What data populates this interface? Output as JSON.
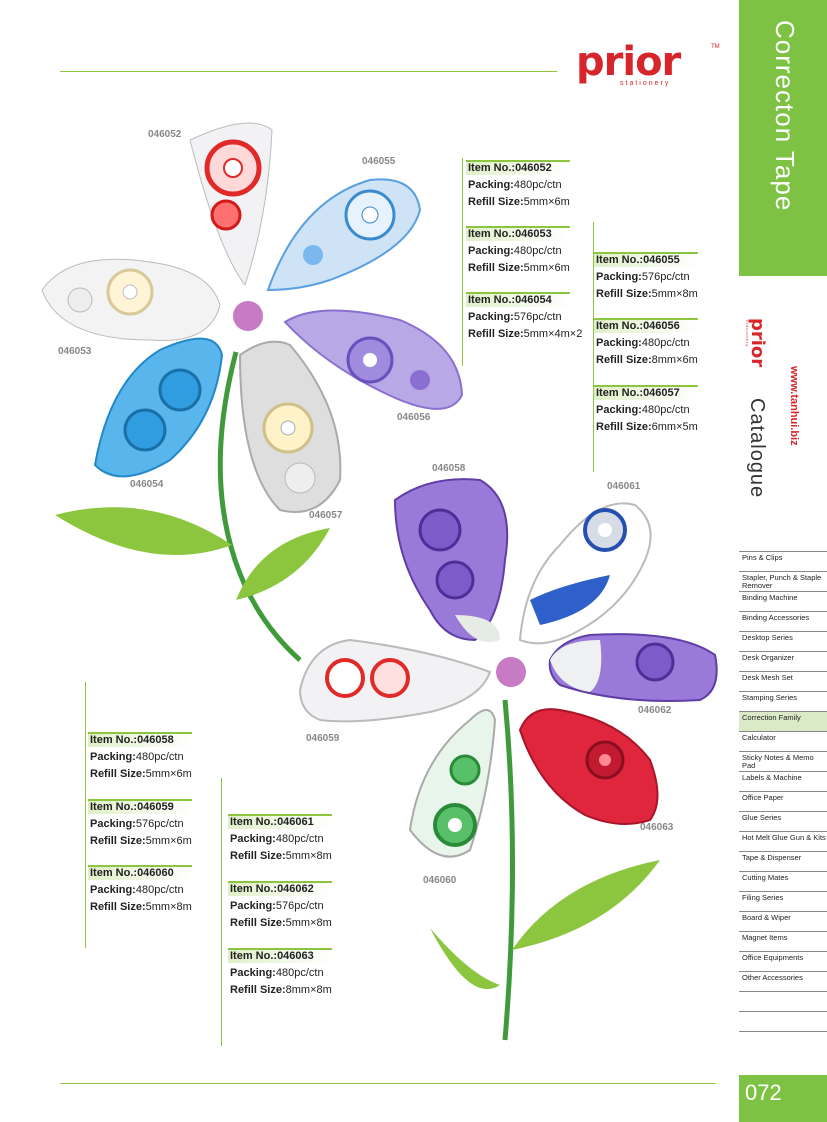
{
  "brand": {
    "name": "prior",
    "tagline": "stationery",
    "tm": "TM"
  },
  "band": {
    "title": "Correcton Tape"
  },
  "side": {
    "logo": "prior",
    "logo_sub": "stationery",
    "url": "www.tanhui.biz",
    "catalogue": "Catalogue"
  },
  "categories": [
    {
      "label": "Pins & Clips"
    },
    {
      "label": "Stapler, Punch & Staple Remover"
    },
    {
      "label": "Binding Machine"
    },
    {
      "label": "Binding Accessories"
    },
    {
      "label": "Desktop Series"
    },
    {
      "label": "Desk Organizer"
    },
    {
      "label": "Desk Mesh Set"
    },
    {
      "label": "Stamping Series"
    },
    {
      "label": "Correction Family"
    },
    {
      "label": "Calculator"
    },
    {
      "label": "Sticky Notes & Memo Pad"
    },
    {
      "label": "Labels & Machine"
    },
    {
      "label": "Office Paper"
    },
    {
      "label": "Glue Series"
    },
    {
      "label": "Hot Melt Glue Gun & Kits"
    },
    {
      "label": "Tape & Dispenser"
    },
    {
      "label": "Cutting Mates"
    },
    {
      "label": "Filing Series"
    },
    {
      "label": "Board & Wiper"
    },
    {
      "label": "Magnet Items"
    },
    {
      "label": "Office Equipments"
    },
    {
      "label": "Other Accessories"
    }
  ],
  "page_number": "072",
  "labels": {
    "item": "Item No.:",
    "packing": "Packing:",
    "refill": "Refill Size:"
  },
  "items": {
    "i046052": {
      "no": "046052",
      "packing": "480pc/ctn",
      "refill": "5mm×6m"
    },
    "i046053": {
      "no": "046053",
      "packing": "480pc/ctn",
      "refill": "5mm×6m"
    },
    "i046054": {
      "no": "046054",
      "packing": "576pc/ctn",
      "refill": "5mm×4m×2"
    },
    "i046055": {
      "no": "046055",
      "packing": "576pc/ctn",
      "refill": "5mm×8m"
    },
    "i046056": {
      "no": "046056",
      "packing": "480pc/ctn",
      "refill": "8mm×6m"
    },
    "i046057": {
      "no": "046057",
      "packing": "480pc/ctn",
      "refill": "6mm×5m"
    },
    "i046058": {
      "no": "046058",
      "packing": "480pc/ctn",
      "refill": "5mm×6m"
    },
    "i046059": {
      "no": "046059",
      "packing": "576pc/ctn",
      "refill": "5mm×6m"
    },
    "i046060": {
      "no": "046060",
      "packing": "480pc/ctn",
      "refill": "5mm×8m"
    },
    "i046061": {
      "no": "046061",
      "packing": "480pc/ctn",
      "refill": "5mm×8m"
    },
    "i046062": {
      "no": "046062",
      "packing": "576pc/ctn",
      "refill": "5mm×8m"
    },
    "i046063": {
      "no": "046063",
      "packing": "480pc/ctn",
      "refill": "8mm×8m"
    }
  },
  "photo_codes": [
    "046052",
    "046053",
    "046054",
    "046055",
    "046056",
    "046057",
    "046058",
    "046059",
    "046060",
    "046061",
    "046062",
    "046063"
  ],
  "colors": {
    "brand_red": "#d7262b",
    "accent_green": "#7dc242",
    "stem_green": "#3f9a3b",
    "leaf_green": "#8cc63f",
    "center_pink": "#c77bc4"
  }
}
